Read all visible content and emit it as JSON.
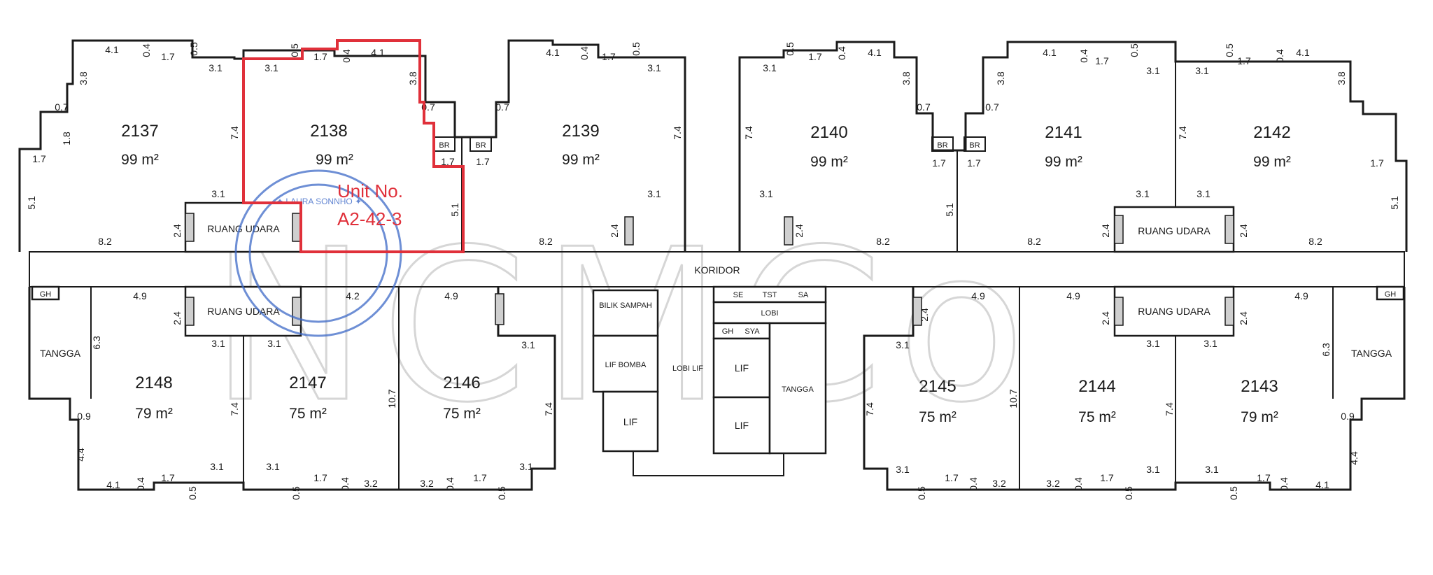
{
  "watermark": "NCMCo",
  "highlight": {
    "line1": "Unit No.",
    "line2": "A2-42-3",
    "color": "#e0303a"
  },
  "stamp": {
    "text": "✦ LAURA SONNHO ✦",
    "color": "#3d69c7"
  },
  "corridor_label": "KORIDOR",
  "units_top": [
    {
      "no": "2137",
      "area": "99 m²"
    },
    {
      "no": "2138",
      "area": "99 m²"
    },
    {
      "no": "2139",
      "area": "99 m²"
    },
    {
      "no": "2140",
      "area": "99 m²"
    },
    {
      "no": "2141",
      "area": "99 m²"
    },
    {
      "no": "2142",
      "area": "99 m²"
    }
  ],
  "units_bottom": [
    {
      "no": "2148",
      "area": "79 m²"
    },
    {
      "no": "2147",
      "area": "75 m²"
    },
    {
      "no": "2146",
      "area": "75 m²"
    },
    {
      "no": "2145",
      "area": "75 m²"
    },
    {
      "no": "2144",
      "area": "75 m²"
    },
    {
      "no": "2143",
      "area": "79 m²"
    }
  ],
  "rooms": {
    "ruang_udara": "RUANG UDARA",
    "tangga": "TANGGA",
    "bilik_sampah": "BILIK SAMPAH",
    "lif_bomba": "LIF BOMBA",
    "lif": "LIF",
    "lobi_lif": "LOBI LIF",
    "lobi": "LOBI",
    "se": "SE",
    "tst": "TST",
    "sa": "SA",
    "gh": "GH",
    "sya": "SYA",
    "br": "BR",
    "gh_corner": "GH"
  },
  "dims": {
    "d41": "4.1",
    "d04": "0.4",
    "d17": "1.7",
    "d05": "0.5",
    "d31": "3.1",
    "d38": "3.8",
    "d07": "0.7",
    "d18": "1.8",
    "d51": "5.1",
    "d74": "7.4",
    "d82": "8.2",
    "d24": "2.4",
    "d49": "4.9",
    "d63": "6.3",
    "d09": "0.9",
    "d44": "4.4",
    "d32": "3.2",
    "d107": "10.7",
    "d42": "4.2"
  }
}
